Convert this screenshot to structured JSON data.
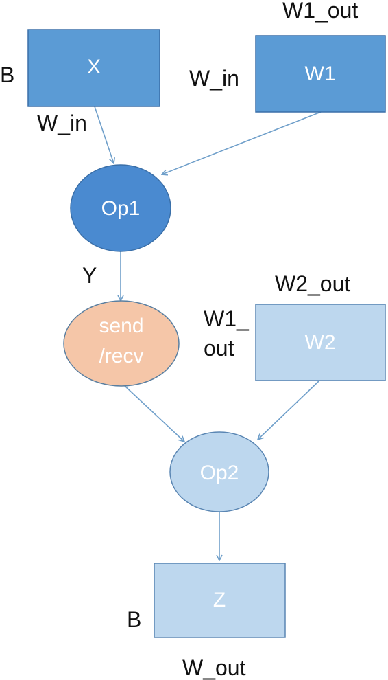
{
  "nodes": {
    "x": {
      "label": "X",
      "fill": "#5b9bd5"
    },
    "w1": {
      "label": "W1",
      "fill": "#5b9bd5"
    },
    "op1": {
      "label": "Op1",
      "fill": "#4a8ad0"
    },
    "send_recv": {
      "line1": "send",
      "line2": "/recv",
      "fill": "#f5c6a8"
    },
    "w2": {
      "label": "W2",
      "fill": "#bdd7ee"
    },
    "op2": {
      "label": "Op2",
      "fill": "#bdd7ee"
    },
    "z": {
      "label": "Z",
      "fill": "#bdd7ee"
    }
  },
  "labels": {
    "x_left": "B",
    "x_bottom": "W_in",
    "w1_top": "W1_out",
    "w1_left": "W_in",
    "y": "Y",
    "w2_top": "W2_out",
    "w2_left_line1": "W1_",
    "w2_left_line2": "out",
    "z_left": "B",
    "z_bottom": "W_out"
  },
  "colors": {
    "arrow": "#6f9fca",
    "node_stroke": "#3a6fa8",
    "send_stroke": "#5a7fa0",
    "light_stroke": "#5a86b3"
  }
}
